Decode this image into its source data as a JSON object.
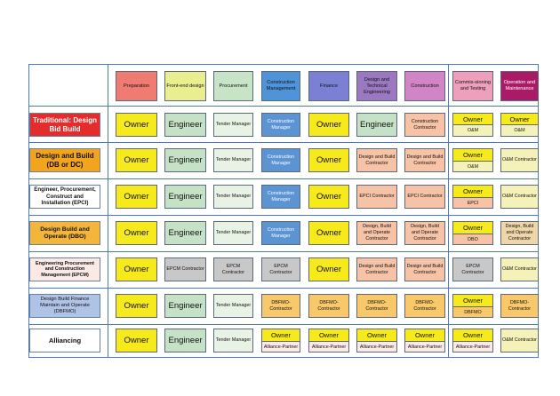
{
  "headers": [
    {
      "label": "Preparation",
      "color": "#ef7b72"
    },
    {
      "label": "Front-end design",
      "color": "#e9ee8e"
    },
    {
      "label": "Procurement",
      "color": "#c8e3c6"
    },
    {
      "label": "Construction Management",
      "color": "#4f93d8"
    },
    {
      "label": "Finance",
      "color": "#7b80d4"
    },
    {
      "label": "Design and Technical Engineering",
      "color": "#9a79c0"
    },
    {
      "label": "Construction",
      "color": "#d185c6"
    },
    {
      "label": "Commis-sioning and Testing",
      "color": "#ee9fbc"
    },
    {
      "label": "Operation and Maintenance",
      "color": "#aa1a66"
    }
  ],
  "rows": [
    {
      "label": "Traditional: Design Bid Build",
      "label_color": "#e52c2c",
      "cells": [
        "Owner",
        "Engineer",
        "Tender Manager",
        "Construction Manager",
        "Owner",
        "Engineer",
        "Construction Contractor",
        {
          "top": "Owner",
          "bottom": "O&M"
        },
        {
          "top": "Owner",
          "bottom": "O&M"
        }
      ]
    },
    {
      "label": "Design and Build (DB or DC)",
      "label_color": "#f2a51c",
      "cells": [
        "Owner",
        "Engineer",
        "Tender Manager",
        "Construction Manager",
        "Owner",
        "Design and Build Contractor",
        "Design and Build Contractor",
        {
          "top": "Owner",
          "bottom": "O&M"
        },
        "O&M Contractor"
      ]
    },
    {
      "label": "Engineer, Procurement, Construct and Installation (EPCI)",
      "label_color": "#ffffff",
      "cells": [
        "Owner",
        "Engineer",
        "Tender Manager",
        "Construction Manager",
        "Owner",
        "EPCI Contractor",
        "EPCI Contractor",
        {
          "top": "Owner",
          "bottom": "EPCI"
        },
        "O&M Contractor"
      ]
    },
    {
      "label": "Design Build and Operate (DBO)",
      "label_color": "#f4b63a",
      "cells": [
        "Owner",
        "Engineer",
        "Tender Manager",
        "Construction Manager",
        "Owner",
        "Design, Build and Operate Contractor",
        "Design, Build and Operate Contractor",
        {
          "top": "Owner",
          "bottom": "DBO"
        },
        "Design, Build and Operate Contractor"
      ]
    },
    {
      "label": "Engineering Procurement and Construction Management (EPCM)",
      "label_color": "#fbe9e6",
      "cells": [
        "Owner",
        "EPCM Contractor",
        "EPCM Contractor",
        "EPCM Contractor",
        "Owner",
        "Design and Build Contractor",
        "Design and Build Contractor",
        "EPCM Contractor",
        "O&M Contractor"
      ]
    },
    {
      "label": "Design Build Finance Maintain and Operate (DBFMO)",
      "label_color": "#aec3e6",
      "cells": [
        "Owner",
        "Engineer",
        "Tender Manager",
        "DBFMO-Contractor",
        "DBFMO-Contractor",
        "DBFMO-Contractor",
        "DBFMO-Contractor",
        {
          "top": "Owner",
          "bottom": "DBFMO"
        },
        "DBFMO-Contractor"
      ]
    },
    {
      "label": "Alliancing",
      "label_color": "#ffffff",
      "cells": [
        "Owner",
        "Engineer",
        "Tender Manager",
        {
          "top": "Owner",
          "bottom": "Alliance-Partner"
        },
        {
          "top": "Owner",
          "bottom": "Alliance-Partner"
        },
        {
          "top": "Owner",
          "bottom": "Alliance-Partner"
        },
        {
          "top": "Owner",
          "bottom": "Alliance-Partner"
        },
        {
          "top": "Owner",
          "bottom": "Alliance-Partner"
        },
        "O&M Contractor"
      ]
    }
  ]
}
